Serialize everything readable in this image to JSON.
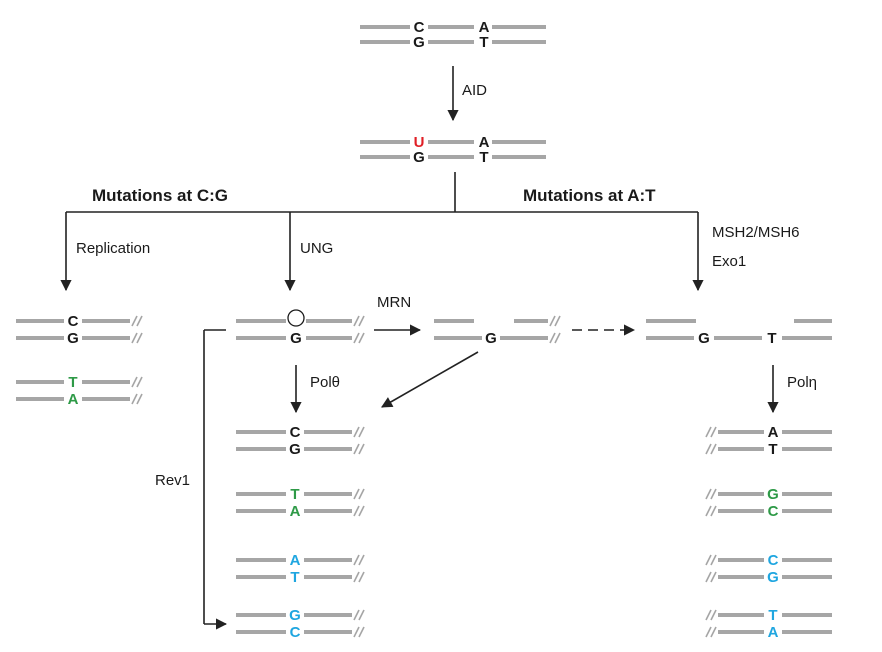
{
  "colors": {
    "strand": "#a6a6a6",
    "black": "#1a1a1a",
    "red": "#e01f26",
    "green": "#2e9a47",
    "blue": "#1fa6e0",
    "arrow": "#222222"
  },
  "headers": {
    "cg": "Mutations at C:G",
    "at": "Mutations at A:T"
  },
  "labels": {
    "aid": "AID",
    "replication": "Replication",
    "ung": "UNG",
    "msh": "MSH2/MSH6",
    "exo1": "Exo1",
    "mrn": "MRN",
    "poltheta": "Polθ",
    "poleta": "Polη",
    "rev1": "Rev1"
  },
  "bases": {
    "start": [
      "C",
      "G",
      "A",
      "T"
    ],
    "deaminated": [
      "U",
      "G",
      "A",
      "T"
    ],
    "replication_1": [
      "C",
      "G"
    ],
    "replication_2": [
      "T",
      "A"
    ],
    "abasic": "G",
    "mrn_gap": "G",
    "resected": [
      "G",
      "T"
    ],
    "poltheta_results": [
      [
        "C",
        "G"
      ],
      [
        "T",
        "A"
      ],
      [
        "A",
        "T"
      ],
      [
        "G",
        "C"
      ]
    ],
    "poleta_results": [
      [
        "A",
        "T"
      ],
      [
        "G",
        "C"
      ],
      [
        "C",
        "G"
      ],
      [
        "T",
        "A"
      ]
    ]
  }
}
